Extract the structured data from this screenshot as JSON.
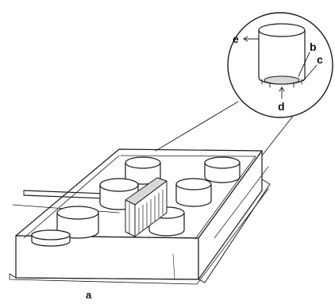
{
  "figure": {
    "labels": {
      "a": "a",
      "b": "b",
      "c": "c",
      "d": "d",
      "e": "e"
    },
    "colors": {
      "stroke": "#1a1a1a",
      "fill": "#ffffff",
      "shade": "#d8d8d8"
    }
  }
}
